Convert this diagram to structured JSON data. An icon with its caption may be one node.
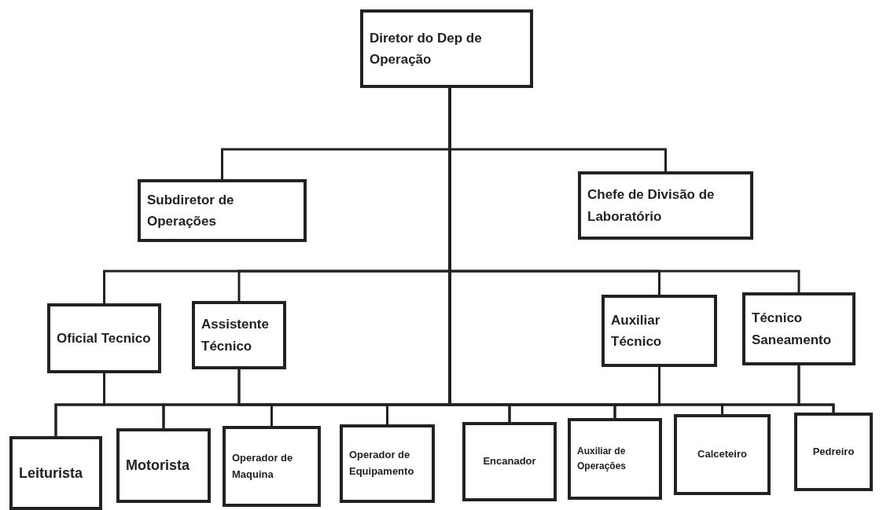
{
  "diagram": {
    "nodes": [
      {
        "text": [
          "Diretor do Dep de Operação"
        ]
      },
      {
        "text": [
          "Subdiretor de Operações"
        ]
      },
      {
        "text": [
          "Chefe de Divisão de Laboratório"
        ]
      },
      {
        "text": [
          "Oficial Tecnico"
        ]
      },
      {
        "text": [
          "Assistente Técnico"
        ]
      },
      {
        "text": [
          "Auxiliar Técnico"
        ]
      },
      {
        "text": [
          "Técnico Saneamento"
        ]
      },
      {
        "text": [
          "Leiturista"
        ]
      },
      {
        "text": [
          "Motorista"
        ]
      },
      {
        "text": [
          "Operador de Maquina"
        ]
      },
      {
        "text": [
          "Operador de Equipamento"
        ]
      },
      {
        "text": [
          "Encanador"
        ]
      },
      {
        "text": [
          "Auxiliar de Operações"
        ]
      },
      {
        "text": [
          "Calceteiro"
        ]
      },
      {
        "text": [
          "Pedreiro"
        ]
      }
    ],
    "edges": [
      {
        "from": 0,
        "to": 1,
        "arrow": "none"
      },
      {
        "from": 0,
        "to": 2,
        "arrow": "none"
      },
      {
        "from": 0,
        "to": 3,
        "arrow": "none"
      },
      {
        "from": 0,
        "to": 4,
        "arrow": "none"
      },
      {
        "from": 0,
        "to": 5,
        "arrow": "none"
      },
      {
        "from": 0,
        "to": 6,
        "arrow": "none"
      },
      {
        "from": 0,
        "to": 7,
        "arrow": "none"
      },
      {
        "from": 0,
        "to": 8,
        "arrow": "none"
      },
      {
        "from": 0,
        "to": 9,
        "arrow": "none"
      },
      {
        "from": 0,
        "to": 10,
        "arrow": "none"
      },
      {
        "from": 0,
        "to": 11,
        "arrow": "none"
      },
      {
        "from": 0,
        "to": 12,
        "arrow": "none"
      },
      {
        "from": 0,
        "to": 13,
        "arrow": "none"
      },
      {
        "from": 0,
        "to": 14,
        "arrow": "none"
      },
      {
        "from": 3,
        "to": 7,
        "arrow": "none"
      },
      {
        "from": 3,
        "to": 8,
        "arrow": "none"
      },
      {
        "from": 4,
        "to": 9,
        "arrow": "none"
      },
      {
        "from": 4,
        "to": 10,
        "arrow": "none"
      },
      {
        "from": 5,
        "to": 11,
        "arrow": "none"
      },
      {
        "from": 5,
        "to": 12,
        "arrow": "none"
      },
      {
        "from": 6,
        "to": 13,
        "arrow": "none"
      },
      {
        "from": 6,
        "to": 14,
        "arrow": "none"
      }
    ]
  }
}
